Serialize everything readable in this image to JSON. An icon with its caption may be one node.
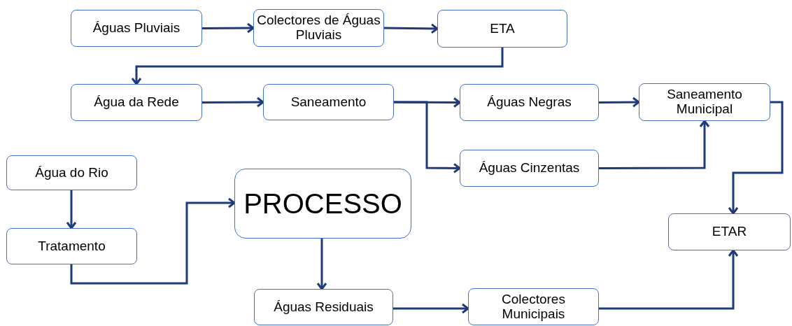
{
  "diagram": {
    "nodes": [
      {
        "text": [
          "Águas Pluviais"
        ]
      },
      {
        "text": [
          "Colectores de Águas Pluviais"
        ]
      },
      {
        "text": [
          "ETA"
        ]
      },
      {
        "text": [
          "Água da Rede"
        ]
      },
      {
        "text": [
          "Saneamento"
        ]
      },
      {
        "text": [
          "Águas Negras"
        ]
      },
      {
        "text": [
          "Saneamento Municipal"
        ]
      },
      {
        "text": [
          "Águas Cinzentas"
        ]
      },
      {
        "text": [
          "Água do Rio"
        ]
      },
      {
        "text": [
          "Tratamento"
        ]
      },
      {
        "text": [
          "PROCESSO"
        ]
      },
      {
        "text": [
          "ETAR"
        ]
      },
      {
        "text": [
          "Águas Residuais"
        ]
      },
      {
        "text": [
          "Colectores Municipais"
        ]
      }
    ],
    "edges": [
      {
        "from": 0,
        "to": 1,
        "arrow": "to"
      },
      {
        "from": 1,
        "to": 2,
        "arrow": "to"
      },
      {
        "from": 2,
        "to": 3,
        "arrow": "to"
      },
      {
        "from": 3,
        "to": 4,
        "arrow": "to"
      },
      {
        "from": 4,
        "to": 5,
        "arrow": "to"
      },
      {
        "from": 4,
        "to": 7,
        "arrow": "to"
      },
      {
        "from": 5,
        "to": 6,
        "arrow": "to"
      },
      {
        "from": 7,
        "to": 6,
        "arrow": "to"
      },
      {
        "from": 6,
        "to": 11,
        "arrow": "to"
      },
      {
        "from": 8,
        "to": 9,
        "arrow": "to"
      },
      {
        "from": 9,
        "to": 10,
        "arrow": "to"
      },
      {
        "from": 10,
        "to": 12,
        "arrow": "to"
      },
      {
        "from": 12,
        "to": 13,
        "arrow": "to"
      },
      {
        "from": 13,
        "to": 11,
        "arrow": "to"
      }
    ]
  }
}
